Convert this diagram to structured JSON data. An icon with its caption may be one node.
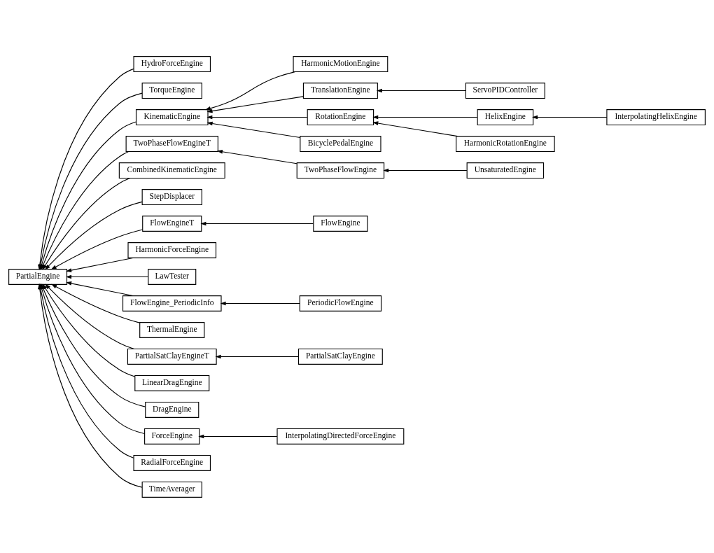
{
  "diagram": {
    "nodes": [
      {
        "text": [
          "PartialEngine"
        ]
      },
      {
        "text": [
          "HydroForceEngine"
        ]
      },
      {
        "text": [
          "TorqueEngine"
        ]
      },
      {
        "text": [
          "KinematicEngine"
        ]
      },
      {
        "text": [
          "TwoPhaseFlowEngineT"
        ]
      },
      {
        "text": [
          "CombinedKinematicEngine"
        ]
      },
      {
        "text": [
          "StepDisplacer"
        ]
      },
      {
        "text": [
          "FlowEngineT"
        ]
      },
      {
        "text": [
          "HarmonicForceEngine"
        ]
      },
      {
        "text": [
          "LawTester"
        ]
      },
      {
        "text": [
          "FlowEngine_PeriodicInfo"
        ]
      },
      {
        "text": [
          "ThermalEngine"
        ]
      },
      {
        "text": [
          "PartialSatClayEngineT"
        ]
      },
      {
        "text": [
          "LinearDragEngine"
        ]
      },
      {
        "text": [
          "DragEngine"
        ]
      },
      {
        "text": [
          "ForceEngine"
        ]
      },
      {
        "text": [
          "RadialForceEngine"
        ]
      },
      {
        "text": [
          "TimeAverager"
        ]
      },
      {
        "text": [
          "HarmonicMotionEngine"
        ]
      },
      {
        "text": [
          "TranslationEngine"
        ]
      },
      {
        "text": [
          "RotationEngine"
        ]
      },
      {
        "text": [
          "BicyclePedalEngine"
        ]
      },
      {
        "text": [
          "TwoPhaseFlowEngine"
        ]
      },
      {
        "text": [
          "FlowEngine"
        ]
      },
      {
        "text": [
          "PeriodicFlowEngine"
        ]
      },
      {
        "text": [
          "PartialSatClayEngine"
        ]
      },
      {
        "text": [
          "InterpolatingDirectedForceEngine"
        ]
      },
      {
        "text": [
          "ServoPIDController"
        ]
      },
      {
        "text": [
          "HelixEngine"
        ]
      },
      {
        "text": [
          "HarmonicRotationEngine"
        ]
      },
      {
        "text": [
          "UnsaturatedEngine"
        ]
      },
      {
        "text": [
          "InterpolatingHelixEngine"
        ]
      }
    ],
    "edges": [
      {
        "from": 1,
        "to": 0,
        "arrow": "to"
      },
      {
        "from": 2,
        "to": 0,
        "arrow": "to"
      },
      {
        "from": 3,
        "to": 0,
        "arrow": "to"
      },
      {
        "from": 4,
        "to": 0,
        "arrow": "to"
      },
      {
        "from": 5,
        "to": 0,
        "arrow": "to"
      },
      {
        "from": 6,
        "to": 0,
        "arrow": "to"
      },
      {
        "from": 7,
        "to": 0,
        "arrow": "to"
      },
      {
        "from": 8,
        "to": 0,
        "arrow": "to"
      },
      {
        "from": 9,
        "to": 0,
        "arrow": "to"
      },
      {
        "from": 10,
        "to": 0,
        "arrow": "to"
      },
      {
        "from": 11,
        "to": 0,
        "arrow": "to"
      },
      {
        "from": 12,
        "to": 0,
        "arrow": "to"
      },
      {
        "from": 13,
        "to": 0,
        "arrow": "to"
      },
      {
        "from": 14,
        "to": 0,
        "arrow": "to"
      },
      {
        "from": 15,
        "to": 0,
        "arrow": "to"
      },
      {
        "from": 16,
        "to": 0,
        "arrow": "to"
      },
      {
        "from": 17,
        "to": 0,
        "arrow": "to"
      },
      {
        "from": 18,
        "to": 3,
        "arrow": "to"
      },
      {
        "from": 19,
        "to": 3,
        "arrow": "to"
      },
      {
        "from": 20,
        "to": 3,
        "arrow": "to"
      },
      {
        "from": 21,
        "to": 3,
        "arrow": "to"
      },
      {
        "from": 22,
        "to": 4,
        "arrow": "to"
      },
      {
        "from": 23,
        "to": 7,
        "arrow": "to"
      },
      {
        "from": 24,
        "to": 10,
        "arrow": "to"
      },
      {
        "from": 25,
        "to": 12,
        "arrow": "to"
      },
      {
        "from": 26,
        "to": 15,
        "arrow": "to"
      },
      {
        "from": 27,
        "to": 19,
        "arrow": "to"
      },
      {
        "from": 28,
        "to": 20,
        "arrow": "to"
      },
      {
        "from": 29,
        "to": 20,
        "arrow": "to"
      },
      {
        "from": 30,
        "to": 22,
        "arrow": "to"
      },
      {
        "from": 31,
        "to": 28,
        "arrow": "to"
      }
    ]
  }
}
